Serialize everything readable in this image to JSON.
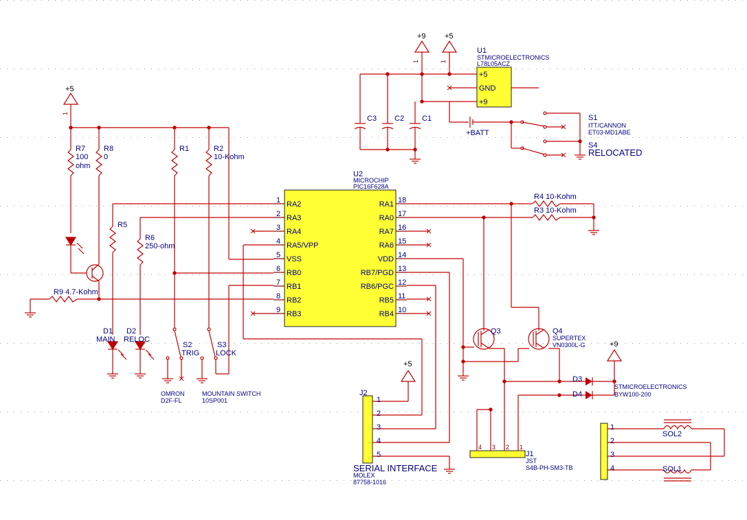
{
  "labels": {
    "u1_ref": "U1",
    "u1_mfr": "STMICROELECTRONICS",
    "u1_part": "L78L05ACZ",
    "u1_p5": "+5",
    "u1_gnd": "GND",
    "u1_p9": "+9",
    "u2_ref": "U2",
    "u2_mfr": "MICROCHIP",
    "u2_part": "PIC16F628A",
    "pwr_p9_a": "+9",
    "pwr_p5_a": "+5",
    "pwr_p5_b": "+5",
    "pwr_p5_c": "+5",
    "pwr_p9_b": "+9",
    "c3": "C3",
    "c2": "C2",
    "c1": "C1",
    "batt": "BATT",
    "s1_ref": "S1",
    "s1_mfr": "ITT/CANNON",
    "s1_part": "ET03-MD1ABE",
    "s4_ref": "S4",
    "s4_note": "RELOCATED",
    "r7": "R7",
    "r7_val1": "100",
    "r7_val2": "ohm",
    "r8": "R8",
    "r8_val": "0",
    "r1": "R1",
    "r2": "R2",
    "r2_val": "10-Kohm",
    "r5": "R5",
    "r6": "R6",
    "r6_val": "250-ohm",
    "r9": "R9 4.7-Kohm",
    "r4": "R4 10-Kohm",
    "r3": "R3 10-Kohm",
    "d1_ref": "D1",
    "d1_name": "MAIN",
    "d2_ref": "D2",
    "d2_name": "RELOC",
    "s2_ref": "S2",
    "s2_name": "TRIG",
    "s3_ref": "S3",
    "s3_name": "LOCK",
    "omron": "OMRON",
    "omron_part": "D2F-FL",
    "mtn": "MOUNTAIN SWITCH",
    "mtn_part": "10SP001",
    "q3": "Q3",
    "q4": "Q4",
    "q4_mfr": "SUPERTEX",
    "q4_part": "VN0300L-G",
    "d3": "D3",
    "d4": "D4",
    "d34_mfr": "STMICROELECTRONICS",
    "d34_part": "BYW100-200",
    "j2_ref": "J2",
    "j2_name": "SERIAL INTERFACE",
    "j2_mfr": "MOLEX",
    "j2_part": "87758-1016",
    "j1_ref": "J1",
    "j1_mfr": "JST",
    "j1_part": "S4B-PH-SM3-TB",
    "sol2": "SOL2",
    "sol1": "SOL1"
  },
  "u2_left_pins": [
    {
      "num": "1",
      "name": "RA2"
    },
    {
      "num": "2",
      "name": "RA3"
    },
    {
      "num": "3",
      "name": "RA4"
    },
    {
      "num": "4",
      "name": "RA5/VPP"
    },
    {
      "num": "5",
      "name": "VSS"
    },
    {
      "num": "6",
      "name": "RB0"
    },
    {
      "num": "7",
      "name": "RB1"
    },
    {
      "num": "8",
      "name": "RB2"
    },
    {
      "num": "9",
      "name": "RB3"
    }
  ],
  "u2_right_pins": [
    {
      "num": "18",
      "name": "RA1"
    },
    {
      "num": "17",
      "name": "RA0"
    },
    {
      "num": "16",
      "name": "RA7"
    },
    {
      "num": "15",
      "name": "RA6"
    },
    {
      "num": "14",
      "name": "VDD"
    },
    {
      "num": "13",
      "name": "RB7/PGD"
    },
    {
      "num": "12",
      "name": "RB6/PGC"
    },
    {
      "num": "11",
      "name": "RB5"
    },
    {
      "num": "10",
      "name": "RB4"
    }
  ],
  "j2_pins": [
    "1",
    "2",
    "3",
    "4",
    "5"
  ],
  "j1_pins": [
    "4",
    "3",
    "2",
    "1"
  ],
  "sol_conn_pins": [
    "1",
    "2",
    "3",
    "4"
  ],
  "colors": {
    "wire": "#c00000",
    "ic_fill": "#ffff33",
    "text": "#000080"
  }
}
